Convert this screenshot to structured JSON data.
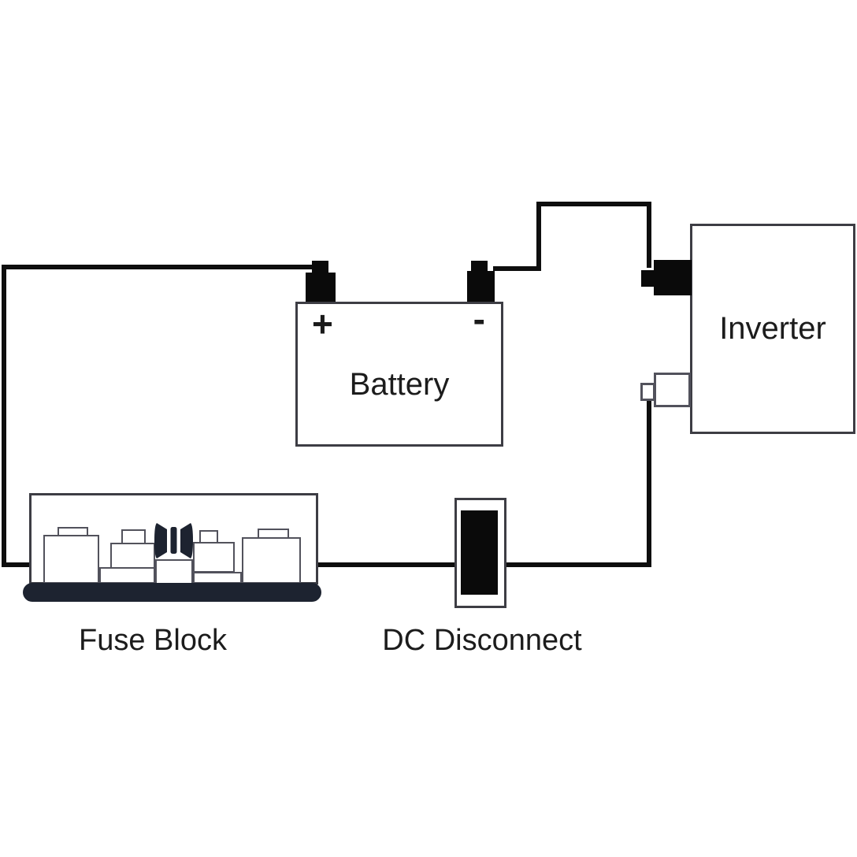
{
  "diagram": {
    "type": "wiring-diagram",
    "components": {
      "battery": {
        "label": "Battery",
        "positive_symbol": "+",
        "negative_symbol": "-"
      },
      "inverter": {
        "label": "Inverter"
      },
      "fuse_block": {
        "label": "Fuse Block"
      },
      "dc_disconnect": {
        "label": "DC Disconnect"
      }
    },
    "connections": [
      "battery-positive-terminal -> fuse-block",
      "fuse-block -> dc-disconnect",
      "dc-disconnect -> inverter-lower-connector",
      "battery-negative-terminal -> inverter-upper-connector"
    ],
    "colors": {
      "background": "#ffffff",
      "wire": "#0e0e0e",
      "outline": "#3d3d44",
      "component_dark": "#1d2330",
      "terminal_black": "#0a0a0a",
      "text": "#1c1c1c"
    }
  }
}
